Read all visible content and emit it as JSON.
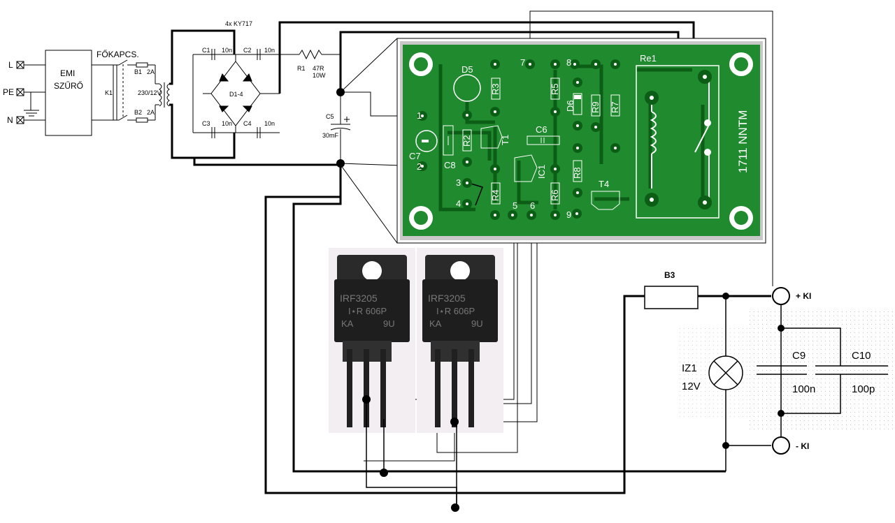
{
  "schematic": {
    "inputs": {
      "l": "L",
      "pe": "PE",
      "n": "N"
    },
    "emi_filter": {
      "line1": "EMI",
      "line2": "SZŰRŐ"
    },
    "main_switch": {
      "label": "FŐKAPCS.",
      "k1": "K1"
    },
    "fuses": {
      "b1": "B1",
      "b1_rating": "2A",
      "b2": "B2",
      "b2_rating": "2A"
    },
    "transformer": "230/12V",
    "bridge": {
      "title": "4x KY717",
      "label": "D1-4"
    },
    "caps": {
      "c1": "C1",
      "c1_v": "10n",
      "c2": "C2",
      "c2_v": "10n",
      "c3": "C3",
      "c3_v": "10n",
      "c4": "C4",
      "c4_v": "10n"
    },
    "r1": {
      "name": "R1",
      "value": "47R",
      "power": "10W"
    },
    "c5": {
      "name": "C5",
      "value": "30mF"
    }
  },
  "pcb": {
    "components": {
      "d5": "D5",
      "r3": "R3",
      "r5": "R5",
      "d6": "D6",
      "r9": "R9",
      "r7": "R7",
      "re1": "Re1",
      "r2": "R2",
      "t1": "T1",
      "c6": "C6",
      "c7": "C7",
      "c8": "C8",
      "ic1": "IC1",
      "r8": "R8",
      "r4": "R4",
      "r6": "R6",
      "t4": "T4"
    },
    "pins": {
      "p1": "1",
      "p2": "2",
      "p3": "3",
      "p4": "4",
      "p5": "5",
      "p6": "6",
      "p7": "7",
      "p8": "8",
      "p9": "9"
    },
    "brand": "1711 NNTM"
  },
  "transistors": {
    "q1": {
      "line1": "IRF3205",
      "line2": "I⋆R 606P",
      "line3": "KA",
      "line4": "9U"
    },
    "q2": {
      "line1": "IRF3205",
      "line2": "I⋆R 606P",
      "line3": "KA",
      "line4": "9U"
    }
  },
  "output": {
    "fuse": "B3",
    "plus_out": "+ KI",
    "minus_out": "- KI",
    "lamp_name": "IZ1",
    "lamp_value": "12V",
    "c9": "C9",
    "c9_v": "100n",
    "c10": "C10",
    "c10_v": "100p"
  },
  "colors": {
    "pcb": "#1f8a2e",
    "pcb_track": "#0c5e17",
    "pad": "#f2f2f2",
    "wire": "#000000"
  }
}
